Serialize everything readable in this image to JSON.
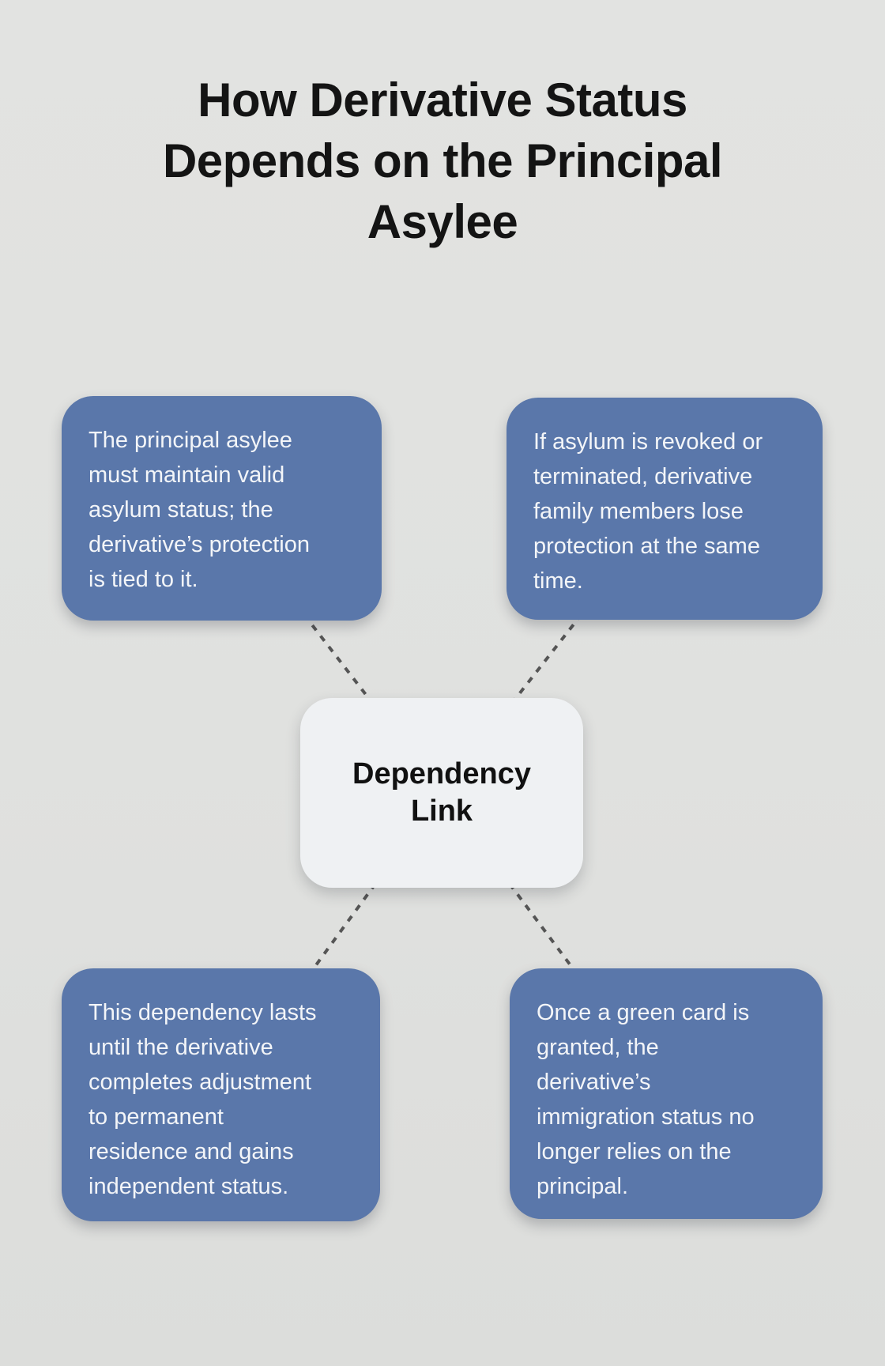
{
  "title": {
    "lines": [
      "How Derivative Status",
      "Depends on the Principal",
      "Asylee"
    ]
  },
  "center_node": {
    "lines": [
      "Dependency",
      "Link"
    ]
  },
  "nodes": [
    {
      "position": "top-left",
      "lines": [
        "The principal asylee",
        "must maintain valid",
        "asylum status; the",
        "derivative’s protection",
        "is tied to it."
      ]
    },
    {
      "position": "top-right",
      "lines": [
        "If asylum is revoked or",
        "terminated, derivative",
        "family members lose",
        "protection at the same",
        "time."
      ]
    },
    {
      "position": "bottom-left",
      "lines": [
        "This dependency lasts",
        "until the derivative",
        "completes adjustment",
        "to permanent",
        "residence and gains",
        "independent status."
      ]
    },
    {
      "position": "bottom-right",
      "lines": [
        "Once a green card is",
        "granted, the",
        "derivative’s",
        "immigration status no",
        "longer relies on the",
        "principal."
      ]
    }
  ],
  "colors": {
    "background": "#e0e1df",
    "node_fill": "#5a77aa",
    "node_text": "#f3f5f8",
    "center_fill": "#eff1f3",
    "center_text": "#111111",
    "connector": "#555555",
    "title_text": "#141414"
  }
}
